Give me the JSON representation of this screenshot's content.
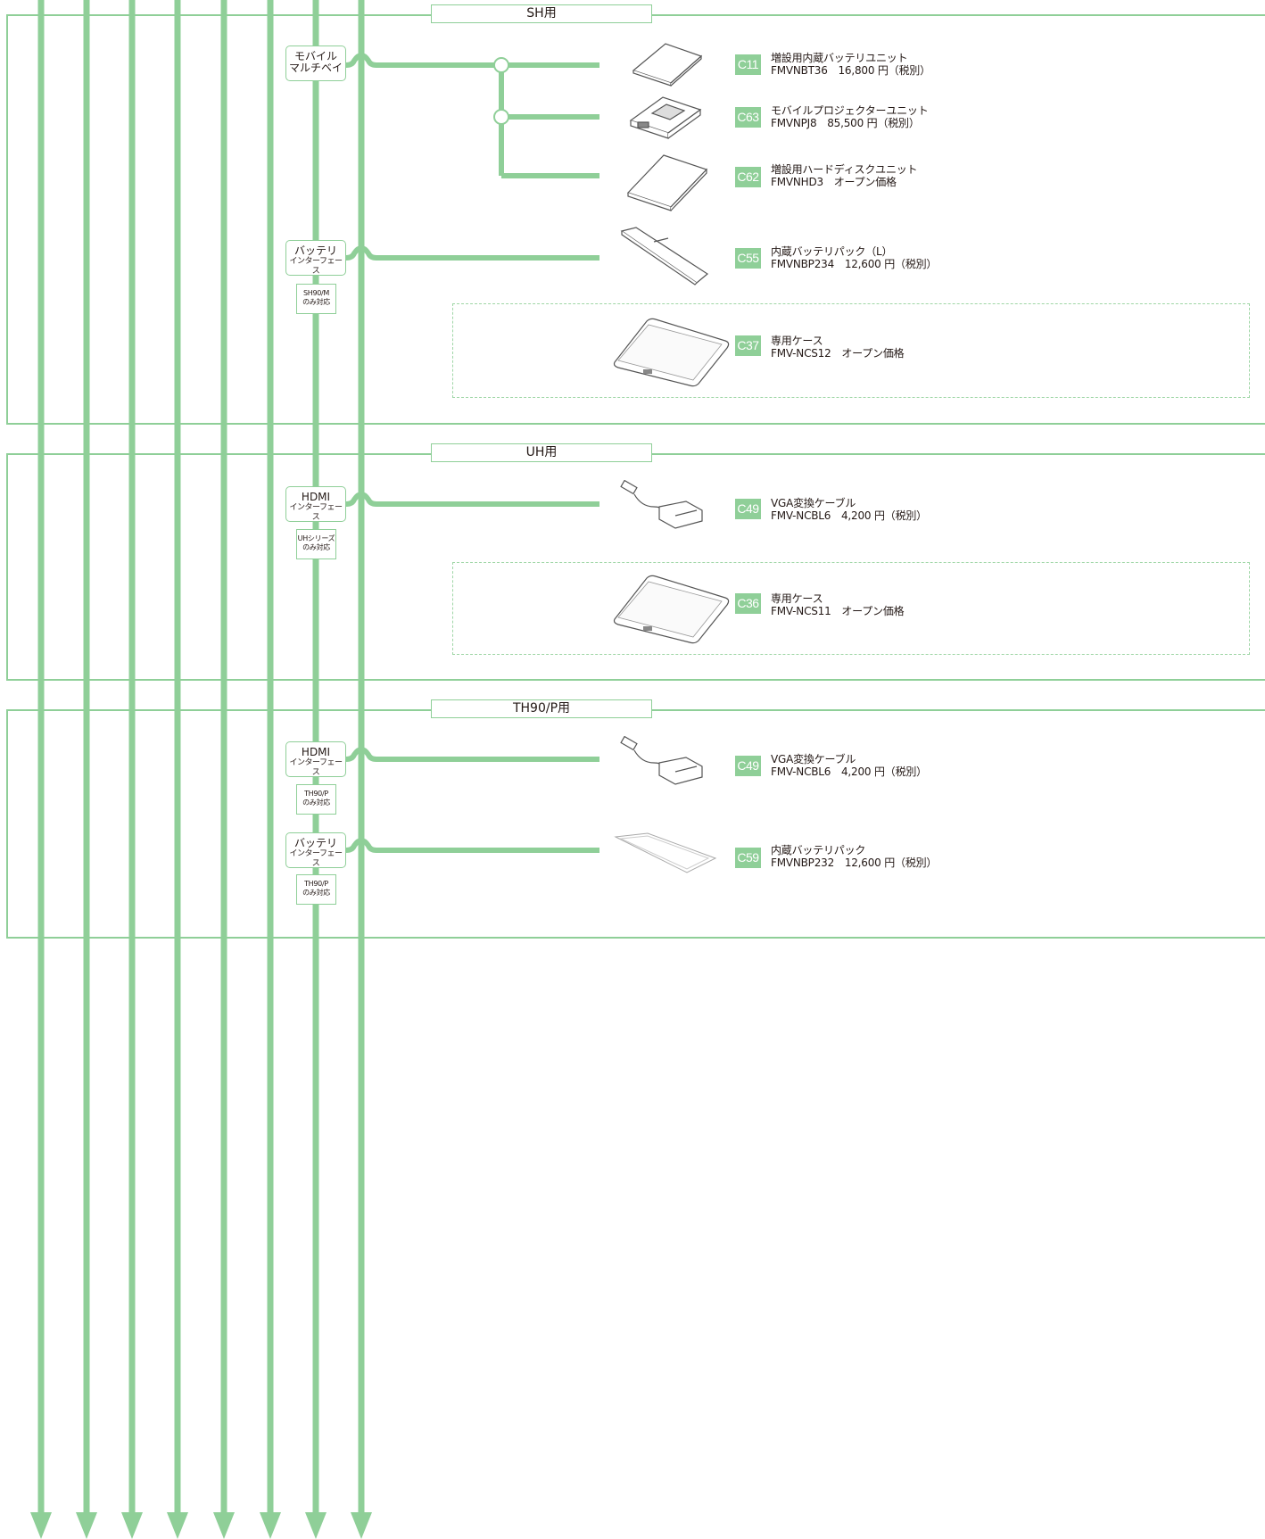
{
  "colors": {
    "line": "#8fcf98",
    "badge": "#8fcf98",
    "dash": "#9fd6a6"
  },
  "sections": [
    {
      "title": "SH用"
    },
    {
      "title": "UH用"
    },
    {
      "title": "TH90/P用"
    }
  ],
  "interfaces": {
    "sh_mobile": {
      "line1": "モバイル",
      "line2": "マルチベイ"
    },
    "sh_battery": {
      "line1": "バッテリ",
      "line2": "インターフェース"
    },
    "uh_hdmi": {
      "line1": "HDMI",
      "line2": "インターフェース"
    },
    "th_hdmi": {
      "line1": "HDMI",
      "line2": "インターフェース"
    },
    "th_battery": {
      "line1": "バッテリ",
      "line2": "インターフェース"
    }
  },
  "notes": {
    "sh90m": {
      "line1": "SH90/M",
      "line2": "のみ対応"
    },
    "uh": {
      "line1": "UHシリーズ",
      "line2": "のみ対応"
    },
    "th_hdmi": {
      "line1": "TH90/P",
      "line2": "のみ対応"
    },
    "th_battery": {
      "line1": "TH90/P",
      "line2": "のみ対応"
    }
  },
  "products": [
    {
      "code": "C11",
      "name": "増設用内蔵バッテリユニット",
      "detail": "FMVNBT36　16,800 円（税別）",
      "icon": "bay-unit-icon"
    },
    {
      "code": "C63",
      "name": "モバイルプロジェクターユニット",
      "detail": "FMVNPJ8　85,500 円（税別）",
      "icon": "projector-unit-icon"
    },
    {
      "code": "C62",
      "name": "増設用ハードディスクユニット",
      "detail": "FMVNHD3　オープン価格",
      "icon": "hdd-unit-icon"
    },
    {
      "code": "C55",
      "name": "内蔵バッテリパック（L）",
      "detail": "FMVNBP234　12,600 円（税別）",
      "icon": "battery-pack-icon"
    },
    {
      "code": "C37",
      "name": "専用ケース",
      "detail": "FMV-NCS12　オープン価格",
      "icon": "case-icon"
    },
    {
      "code": "C49",
      "name": "VGA変換ケーブル",
      "detail": "FMV-NCBL6　4,200 円（税別）",
      "icon": "vga-adapter-icon"
    },
    {
      "code": "C36",
      "name": "専用ケース",
      "detail": "FMV-NCS11　オープン価格",
      "icon": "case-icon"
    },
    {
      "code": "C49",
      "name": "VGA変換ケーブル",
      "detail": "FMV-NCBL6　4,200 円（税別）",
      "icon": "vga-adapter-icon"
    },
    {
      "code": "C59",
      "name": "内蔵バッテリパック",
      "detail": "FMVNBP232　12,600 円（税別）",
      "icon": "flat-battery-icon"
    }
  ]
}
